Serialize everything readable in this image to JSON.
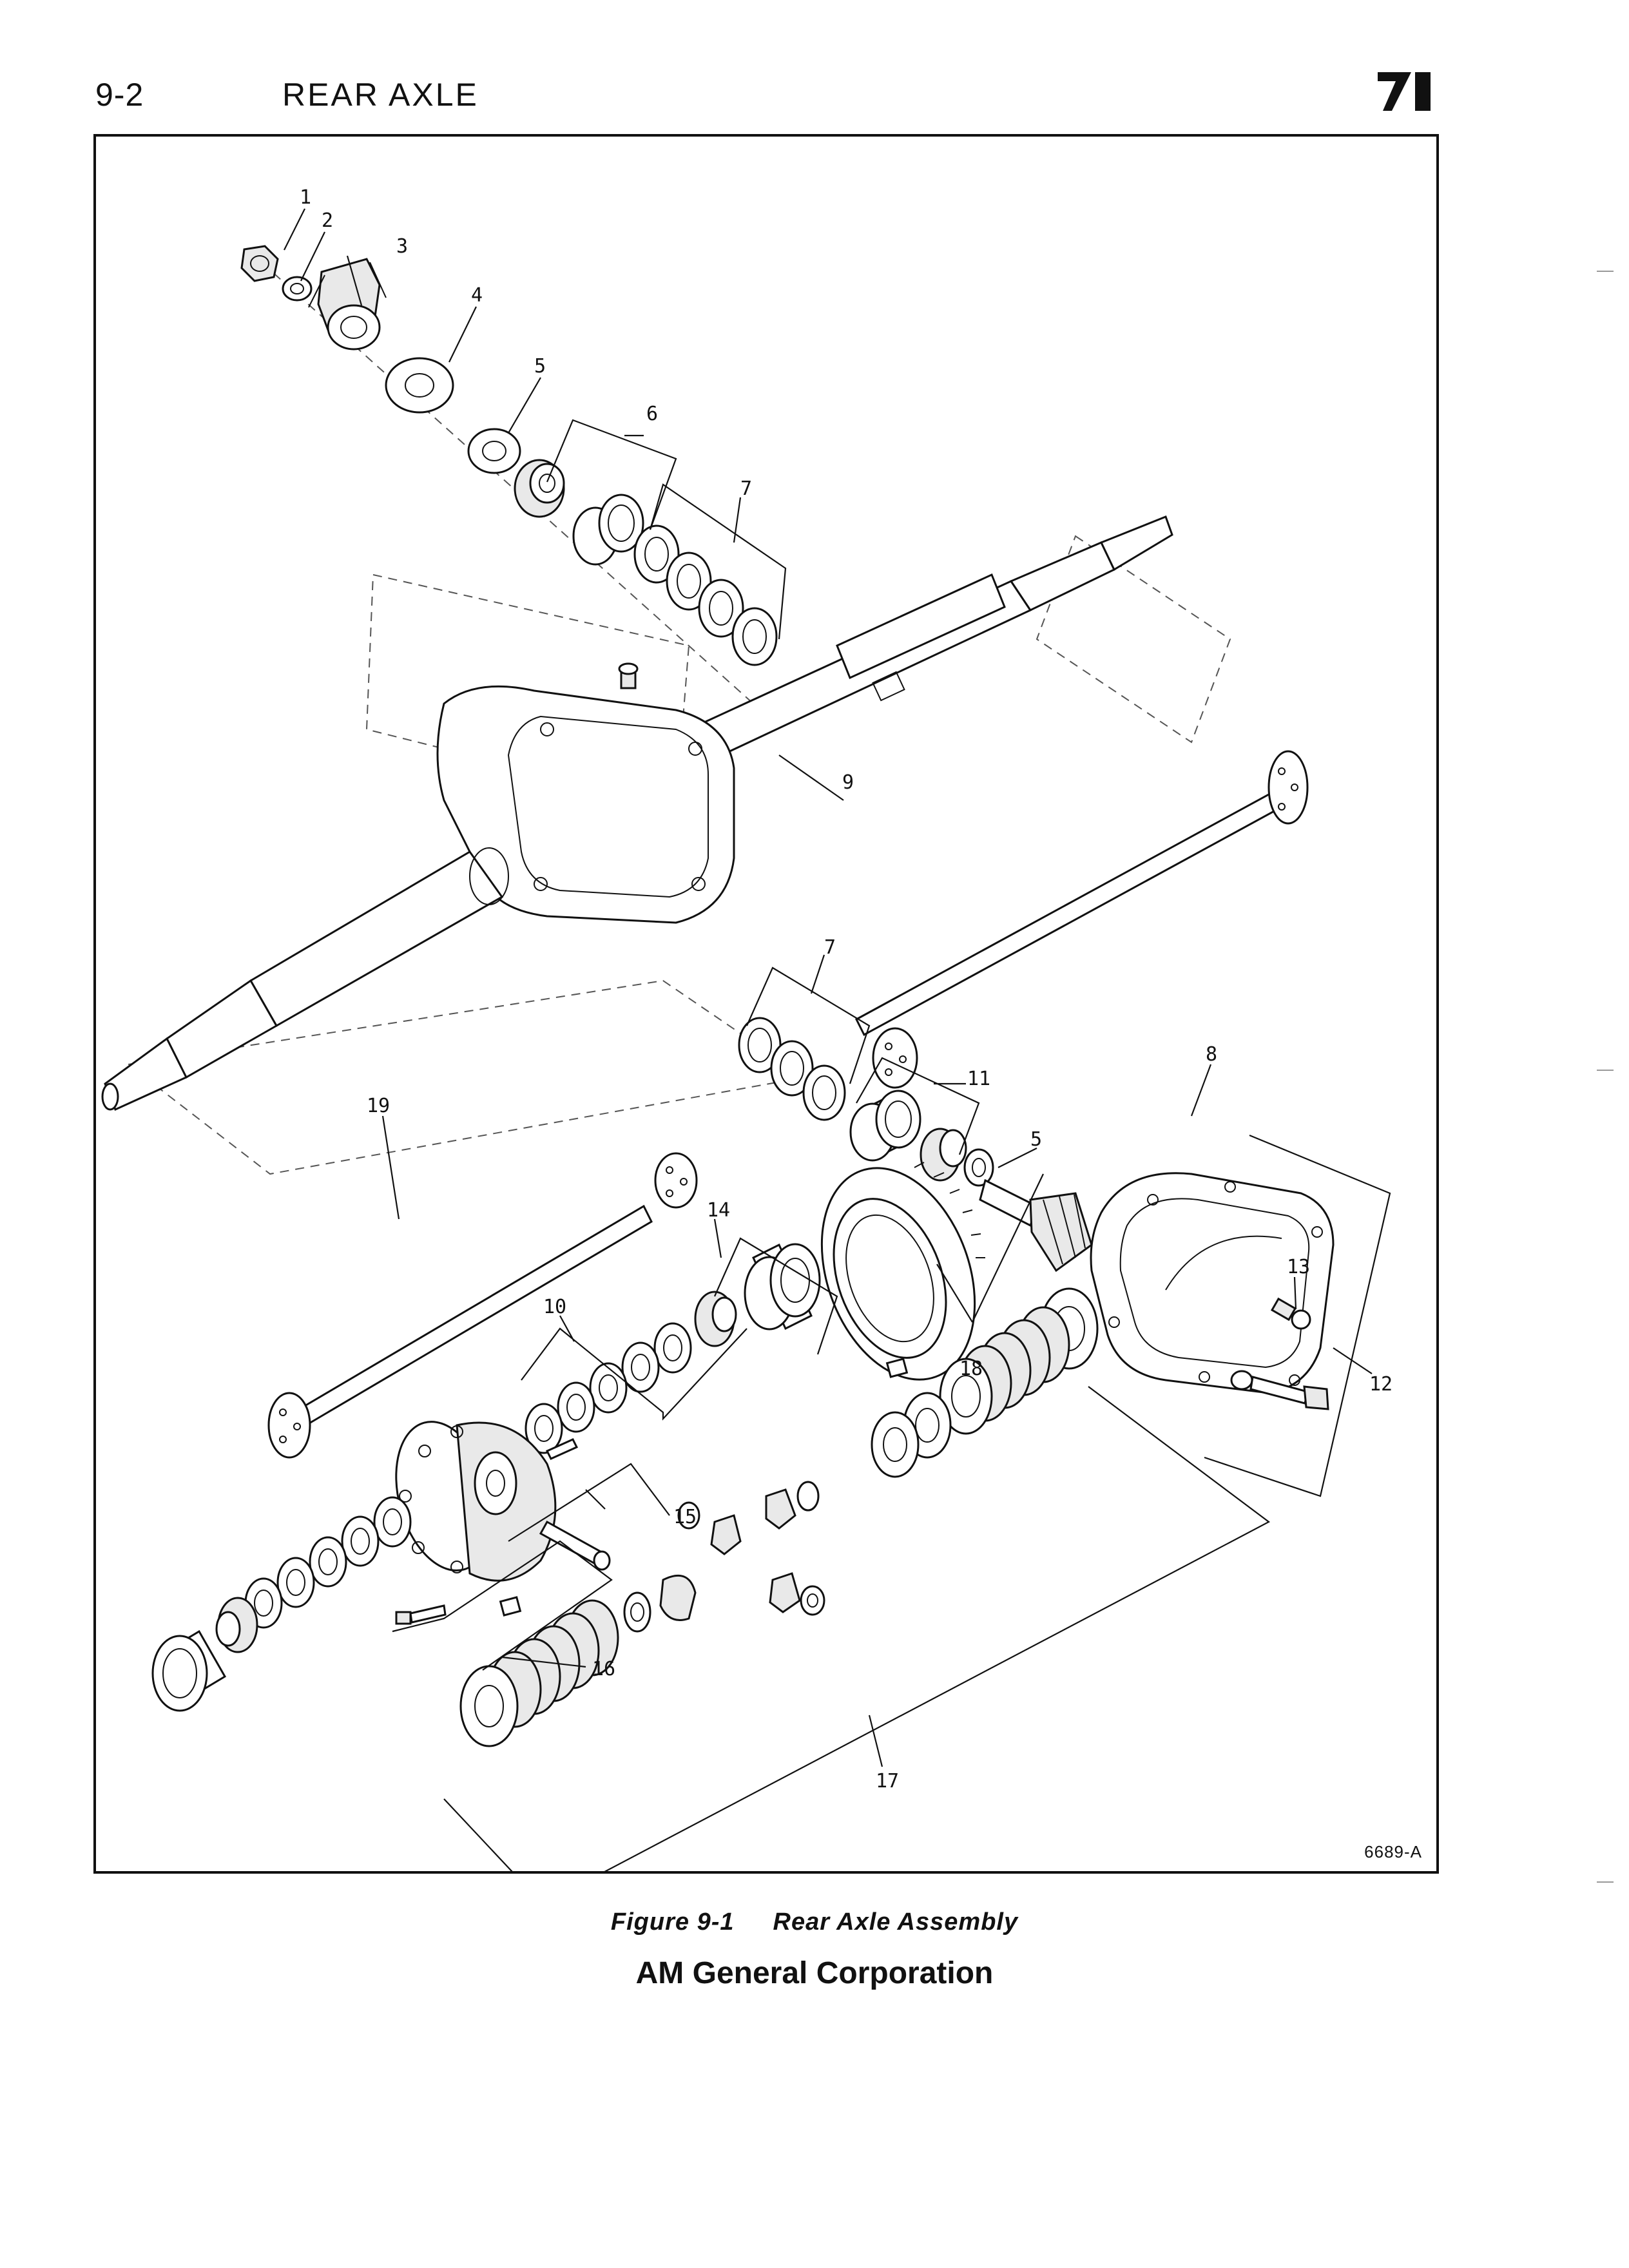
{
  "header": {
    "section_number": "9-2",
    "section_title": "REAR AXLE"
  },
  "figure": {
    "id_code": "6689-A",
    "caption_label": "Figure 9-1",
    "caption_title": "Rear Axle Assembly",
    "callouts": [
      "1",
      "2",
      "3",
      "4",
      "5",
      "6",
      "7",
      "9",
      "7",
      "11",
      "5",
      "8",
      "19",
      "14",
      "10",
      "18",
      "13",
      "12",
      "15",
      "16",
      "17"
    ]
  },
  "footer": {
    "company": "AM General Corporation"
  }
}
